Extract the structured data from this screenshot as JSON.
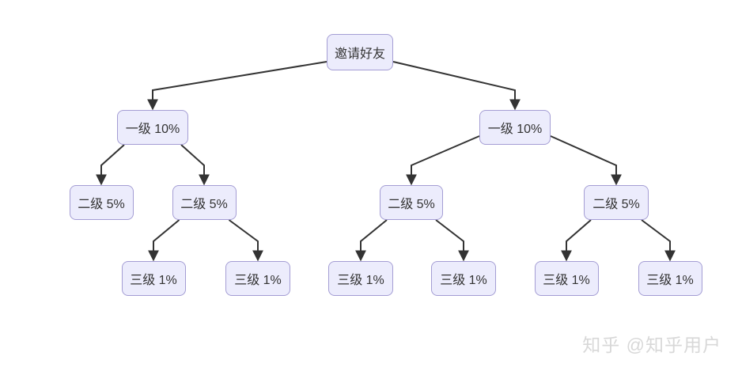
{
  "page": {
    "background": "#ffffff"
  },
  "diagram": {
    "type": "flowchart-tree",
    "colors": {
      "node_fill": "#ececfc",
      "node_border": "#a49dd4",
      "edge": "#333333",
      "text": "#333333"
    },
    "nodes": [
      {
        "id": "root",
        "label": "邀请好友"
      },
      {
        "id": "l1a",
        "label": "一级 10%"
      },
      {
        "id": "l1b",
        "label": "一级 10%"
      },
      {
        "id": "l2a",
        "label": "二级 5%"
      },
      {
        "id": "l2b",
        "label": "二级 5%"
      },
      {
        "id": "l2c",
        "label": "二级 5%"
      },
      {
        "id": "l2d",
        "label": "二级 5%"
      },
      {
        "id": "l3a",
        "label": "三级 1%"
      },
      {
        "id": "l3b",
        "label": "三级 1%"
      },
      {
        "id": "l3c",
        "label": "三级 1%"
      },
      {
        "id": "l3d",
        "label": "三级 1%"
      },
      {
        "id": "l3e",
        "label": "三级 1%"
      },
      {
        "id": "l3f",
        "label": "三级 1%"
      }
    ],
    "edges": [
      {
        "from": "root",
        "to": "l1a"
      },
      {
        "from": "root",
        "to": "l1b"
      },
      {
        "from": "l1a",
        "to": "l2a"
      },
      {
        "from": "l1a",
        "to": "l2b"
      },
      {
        "from": "l1b",
        "to": "l2c"
      },
      {
        "from": "l1b",
        "to": "l2d"
      },
      {
        "from": "l2b",
        "to": "l3a"
      },
      {
        "from": "l2b",
        "to": "l3b"
      },
      {
        "from": "l2c",
        "to": "l3c"
      },
      {
        "from": "l2c",
        "to": "l3d"
      },
      {
        "from": "l2d",
        "to": "l3e"
      },
      {
        "from": "l2d",
        "to": "l3f"
      }
    ]
  },
  "watermark": {
    "text": "知乎 @知乎用户",
    "color": "#d8d8d8"
  }
}
